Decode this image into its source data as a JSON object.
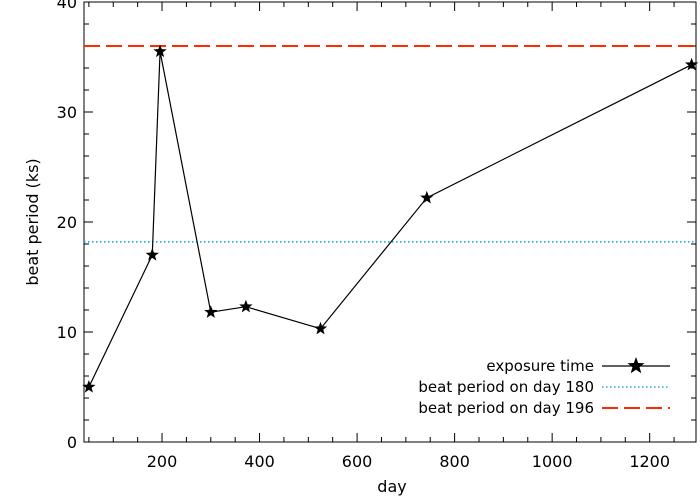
{
  "chart_data": {
    "type": "line",
    "xlabel": "day",
    "ylabel": "beat period (ks)",
    "xlim": [
      40,
      1295
    ],
    "ylim": [
      0,
      40
    ],
    "xticks": [
      200,
      400,
      600,
      800,
      1000,
      1200
    ],
    "yticks": [
      0,
      10,
      20,
      30,
      40
    ],
    "legend_position": "bottom-right",
    "series": [
      {
        "name": "exposure time",
        "kind": "line-star",
        "color": "#000000",
        "x": [
          50,
          180,
          196,
          300,
          372,
          525,
          743,
          1286
        ],
        "y": [
          5.0,
          17.0,
          35.5,
          11.8,
          12.3,
          10.3,
          22.2,
          34.3
        ]
      },
      {
        "name": "beat period on day 180",
        "kind": "hline-dotted",
        "color": "#1ba8e0",
        "y": 18.2
      },
      {
        "name": "beat period on day 196",
        "kind": "hline-dashed",
        "color": "#ff2a00",
        "y": 36.0
      }
    ]
  }
}
